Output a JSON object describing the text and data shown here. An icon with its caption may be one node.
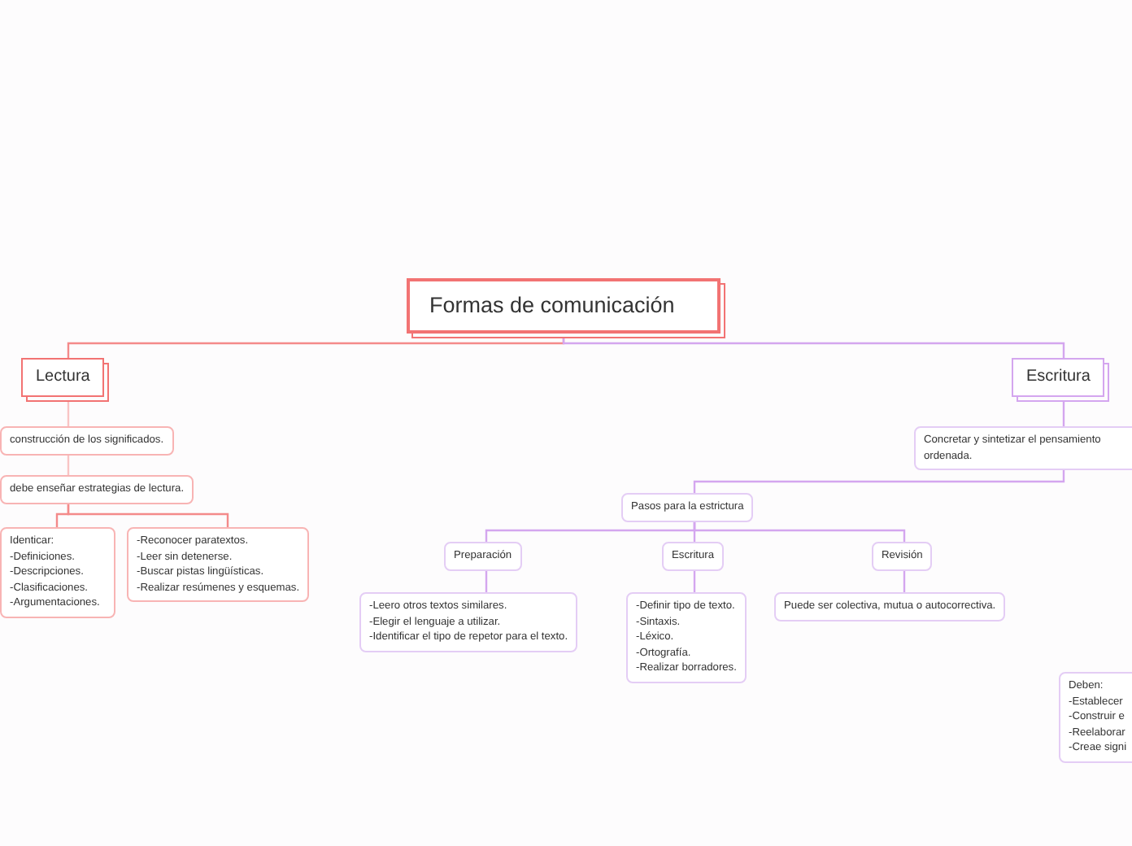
{
  "diagram": {
    "nodes": [
      {
        "text": [
          "Formas de comunicación"
        ]
      },
      {
        "text": [
          "Lectura"
        ]
      },
      {
        "text": [
          "Escritura"
        ]
      },
      {
        "text": [
          "construcción de los significados."
        ]
      },
      {
        "text": [
          "debe enseñar estrategias de lectura."
        ]
      },
      {
        "text": [
          "Identicar:",
          "-Definiciones.",
          "-Descripciones.",
          "-Clasificaciones.",
          "-Argumentaciones."
        ]
      },
      {
        "text": [
          "-Reconocer paratextos.",
          "-Leer sin detenerse.",
          "-Buscar pistas lingüísticas.",
          "-Realizar resúmenes y esquemas."
        ]
      },
      {
        "text": [
          "Concretar y sintetizar el pensamiento",
          "ordenada."
        ]
      },
      {
        "text": [
          "Pasos para la estrictura"
        ]
      },
      {
        "text": [
          "Preparación"
        ]
      },
      {
        "text": [
          "Escritura"
        ]
      },
      {
        "text": [
          "Revisión"
        ]
      },
      {
        "text": [
          "-Leero otros textos similares.",
          "-Elegir el lenguaje a utilizar.",
          "-Identificar el tipo de repetor para el texto."
        ]
      },
      {
        "text": [
          "-Definir tipo de texto.",
          "-Sintaxis.",
          "-Léxico.",
          "-Ortografía.",
          "-Realizar borradores."
        ]
      },
      {
        "text": [
          "Puede ser colectiva, mutua o autocorrectiva."
        ]
      },
      {
        "text": [
          "Deben:",
          "-Establecer",
          "-Construir e",
          "-Reelaborar",
          "-Creae signi"
        ]
      }
    ],
    "edges": [
      {
        "from": 0,
        "to": 1,
        "arrow": "none",
        "color": "#f48a8a"
      },
      {
        "from": 0,
        "to": 2,
        "arrow": "none"
      },
      {
        "from": 1,
        "to": 3,
        "arrow": "none",
        "color": "#f9c4c4"
      },
      {
        "from": 3,
        "to": 4,
        "arrow": "none",
        "color": "#f9c4c4"
      },
      {
        "from": 4,
        "to": 5,
        "arrow": "none",
        "color": "#f48a8a"
      },
      {
        "from": 4,
        "to": 6,
        "arrow": "none",
        "color": "#f48a8a"
      },
      {
        "from": 2,
        "to": 7,
        "arrow": "none"
      },
      {
        "from": 7,
        "to": 8,
        "arrow": "none"
      },
      {
        "from": 8,
        "to": 9,
        "arrow": "none"
      },
      {
        "from": 8,
        "to": 10,
        "arrow": "none"
      },
      {
        "from": 8,
        "to": 11,
        "arrow": "none"
      },
      {
        "from": 9,
        "to": 12,
        "arrow": "none"
      },
      {
        "from": 10,
        "to": 13,
        "arrow": "none"
      },
      {
        "from": 11,
        "to": 14,
        "arrow": "none"
      }
    ]
  }
}
